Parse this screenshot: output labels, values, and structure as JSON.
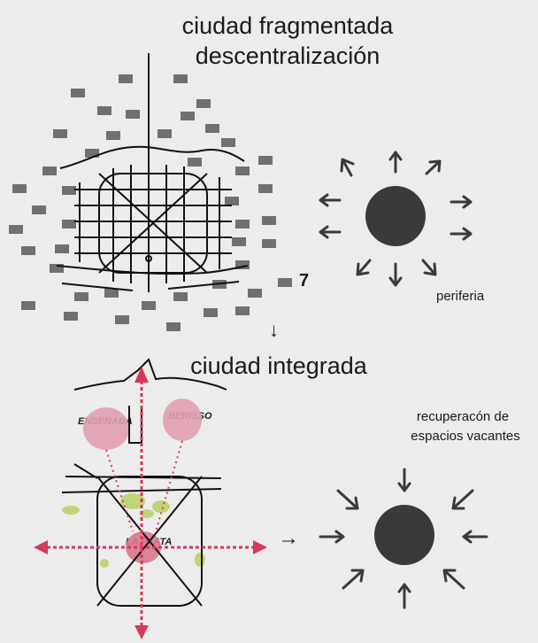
{
  "top_section": {
    "title_line1": "ciudad fragmentada",
    "title_line2": "descentralización",
    "label_number": "7",
    "periphery_label": "periferia"
  },
  "transition_arrow": "↓",
  "bottom_section": {
    "title": "ciudad integrada",
    "recovery_line1": "recuperacón de",
    "recovery_line2": "espacios vacantes",
    "place_ensenada": "ENSENADA",
    "place_berisso": "BERISSO",
    "place_la_plata": "LA PLATA",
    "connector_arrow": "→"
  },
  "colors": {
    "background": "#ececec",
    "block_gray": "#707070",
    "circle_dark": "#3a3a3a",
    "accent_red": "#d43a5a",
    "pink_area": "#e0a0b0",
    "green_area": "#b5cf5a"
  }
}
